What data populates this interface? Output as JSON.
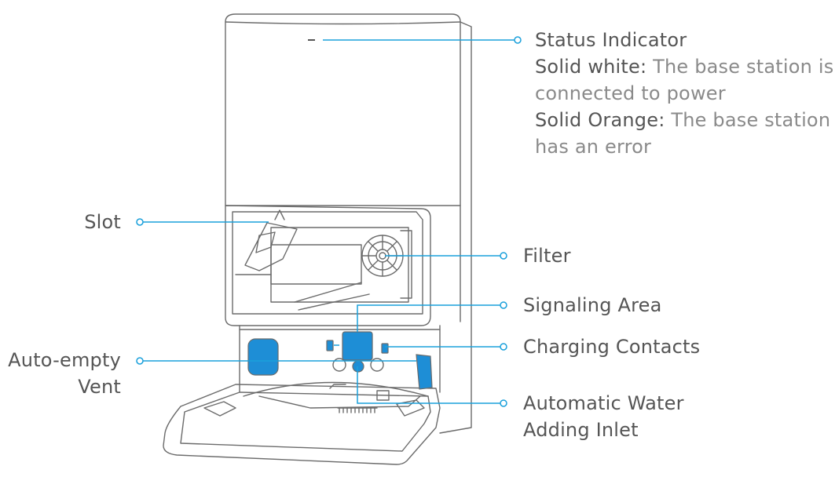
{
  "labels": {
    "status": {
      "title": "Status Indicator",
      "white_term": "Solid white:",
      "white_desc_1": "The base station is",
      "white_desc_2": "connected to power",
      "orange_term": "Solid Orange:",
      "orange_desc_1": "The base station",
      "orange_desc_2": "has an error"
    },
    "slot": "Slot",
    "filter": "Filter",
    "signaling_area": "Signaling Area",
    "charging_contacts": "Charging Contacts",
    "auto_empty_vent": {
      "line1": "Auto-empty",
      "line2": "Vent"
    },
    "water_inlet": {
      "line1": "Automatic Water",
      "line2": "Adding Inlet"
    }
  },
  "colors": {
    "callout": "#1aa0db",
    "highlight": "#1e8ed6",
    "outline": "#6b6b6b",
    "label": "#555555",
    "description": "#8a8a8a"
  }
}
